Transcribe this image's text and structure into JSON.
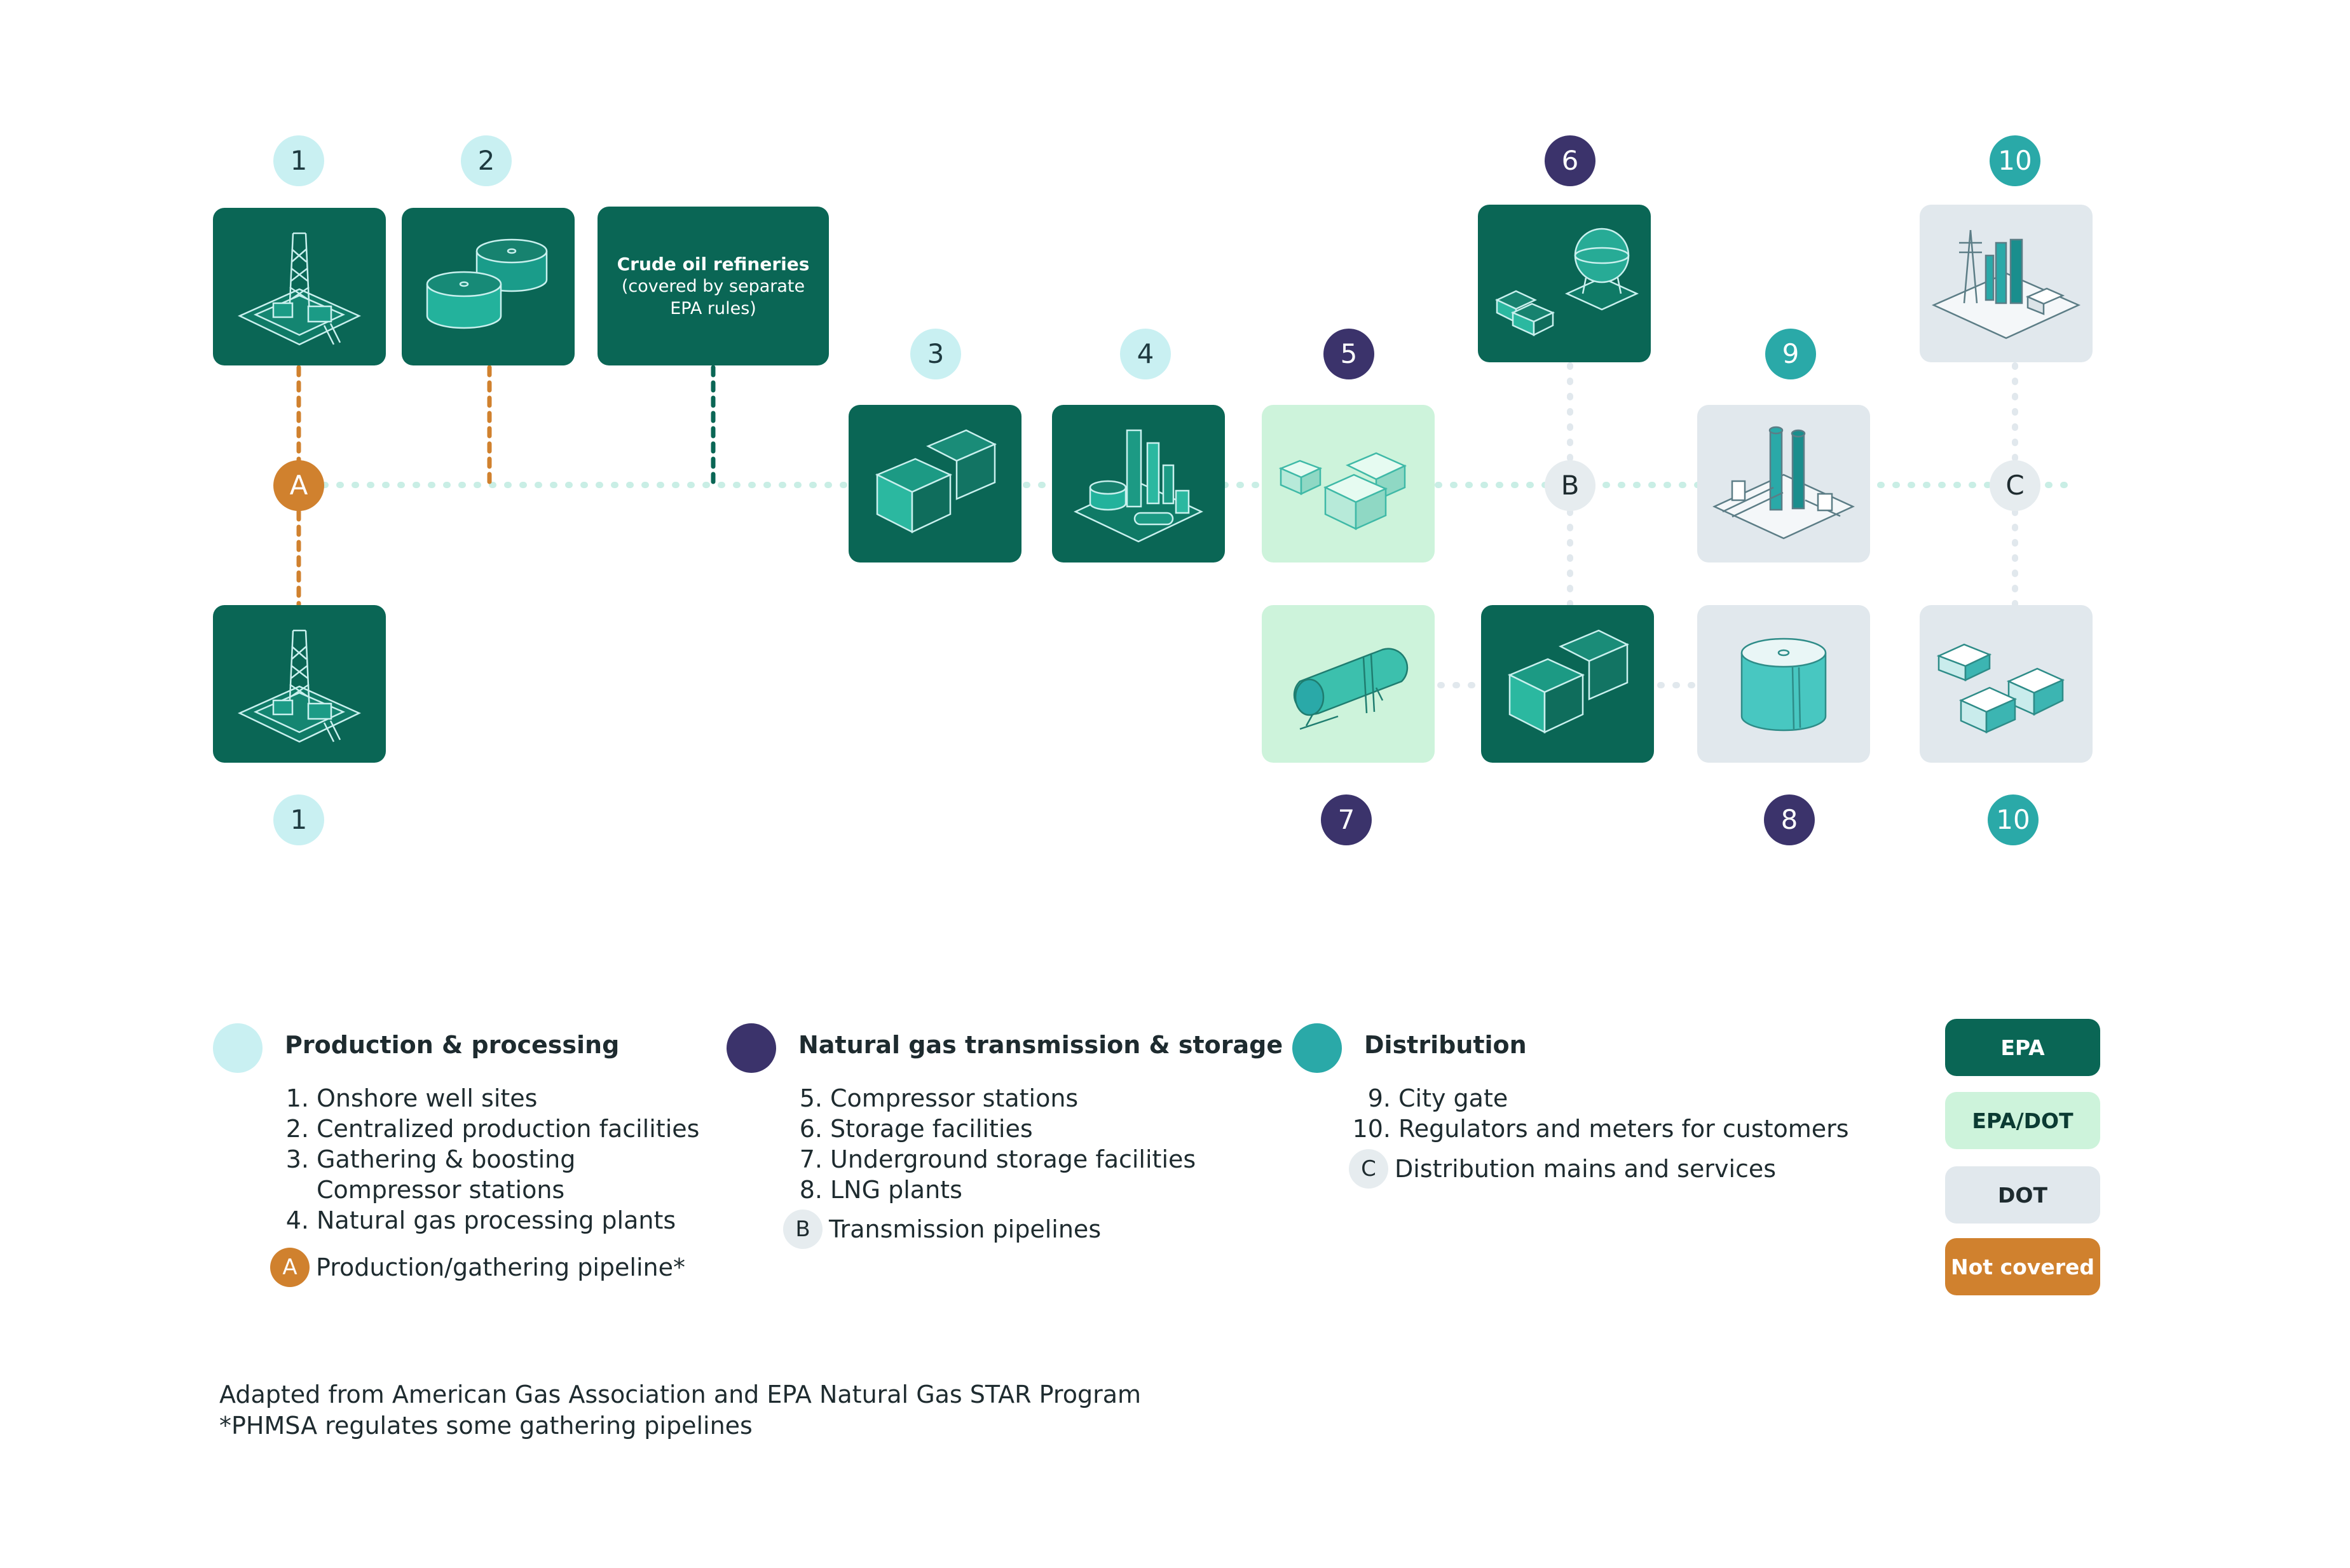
{
  "refinery": {
    "title": "Crude oil refineries",
    "line1": "(covered by separate",
    "line2": "EPA rules)"
  },
  "badges": {
    "b1_top": "1",
    "b2": "2",
    "b3": "3",
    "b4": "4",
    "b5": "5",
    "b6": "6",
    "b7": "7",
    "b8": "8",
    "b9": "9",
    "b10_top": "10",
    "b1_bottom": "1",
    "b10_bottom": "10",
    "node_a": "A",
    "node_b": "B",
    "node_c": "C"
  },
  "legend": {
    "production": {
      "title": "Production & processing",
      "items": [
        {
          "num": "1.",
          "text": "Onshore well sites"
        },
        {
          "num": "2.",
          "text": "Centralized production facilities"
        },
        {
          "num": "3.",
          "text": "Gathering & boosting"
        },
        {
          "num": "",
          "text": "Compressor stations"
        },
        {
          "num": "4.",
          "text": "Natural gas processing plants"
        }
      ],
      "node_letter": "A",
      "node_text": "Production/gathering pipeline*"
    },
    "transmission": {
      "title": "Natural gas transmission & storage",
      "items": [
        {
          "num": "5.",
          "text": "Compressor stations"
        },
        {
          "num": "6.",
          "text": "Storage facilities"
        },
        {
          "num": "7.",
          "text": "Underground storage facilities"
        },
        {
          "num": "8.",
          "text": "LNG plants"
        }
      ],
      "node_letter": "B",
      "node_text": "Transmission pipelines"
    },
    "distribution": {
      "title": "Distribution",
      "items": [
        {
          "num": "9.",
          "text": "City gate"
        },
        {
          "num": "10.",
          "text": "Regulators and meters for customers"
        }
      ],
      "node_letter": "C",
      "node_text": "Distribution mains and services"
    }
  },
  "key": {
    "epa": "EPA",
    "epa_dot": "EPA/DOT",
    "dot": "DOT",
    "not_covered": "Not covered"
  },
  "footer": {
    "line1": "Adapted from American Gas Association and EPA Natural Gas STAR Program",
    "line2": "*PHMSA regulates some gathering pipelines"
  },
  "colors": {
    "epa": "#0a6655",
    "epa_dot": "#cdf3db",
    "dot": "#e1e8ed",
    "not_covered": "#d0812e",
    "production": "#c9f0f2",
    "transmission": "#3b336b",
    "distribution": "#2aa9a8"
  },
  "icons": [
    "drilling-rig-icon",
    "storage-tanks-icon",
    "compressor-box-icon",
    "processing-plant-icon",
    "lng-tank-icon",
    "city-gate-icon",
    "houses-icon"
  ]
}
